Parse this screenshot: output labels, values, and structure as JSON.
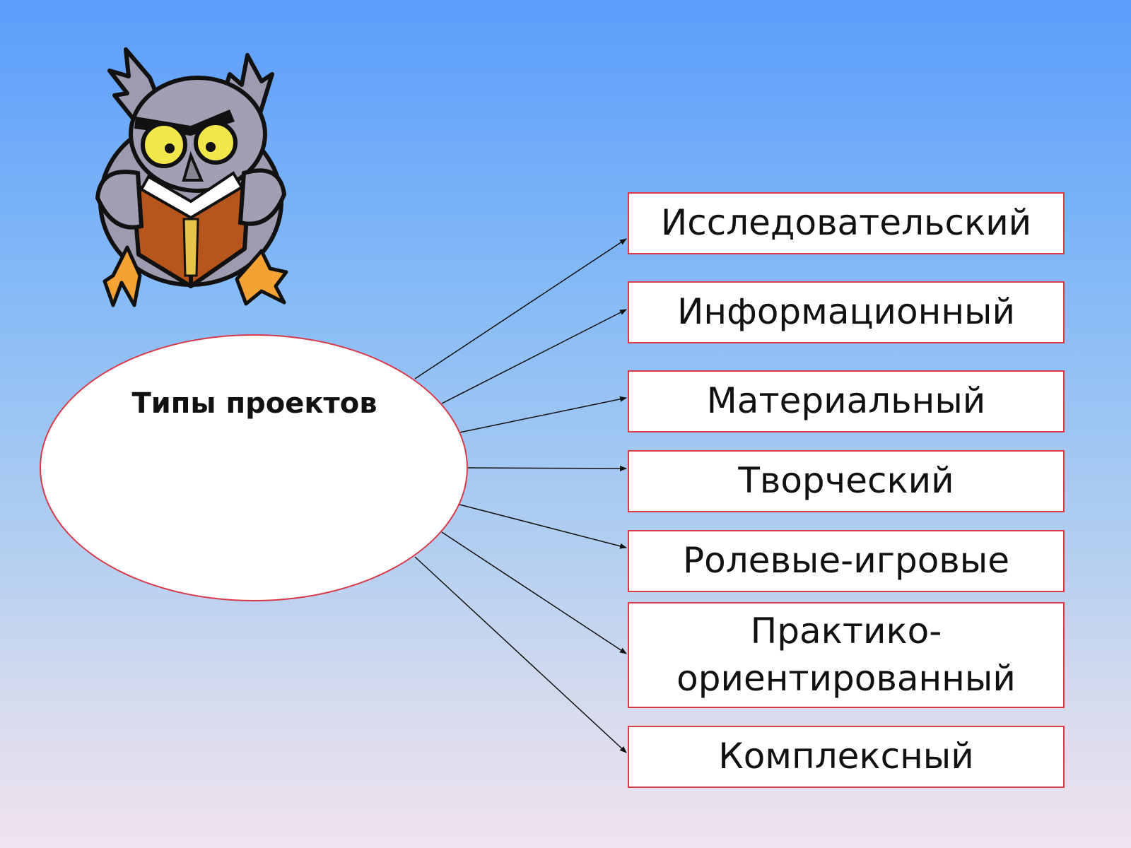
{
  "diagram": {
    "center_label": "Типы проектов",
    "types": [
      "Исследовательский",
      "Информационный",
      "Материальный",
      "Творческий",
      "Ролевые-игровые",
      "Практико-ориентированный",
      "Комплексный"
    ]
  },
  "colors": {
    "background_top": "#5b9dfb",
    "background_bottom": "#f1e3f0",
    "box_border": "#d83a4a",
    "connector": "#111111"
  },
  "illustration": {
    "icon": "owl-reading-book-icon"
  }
}
